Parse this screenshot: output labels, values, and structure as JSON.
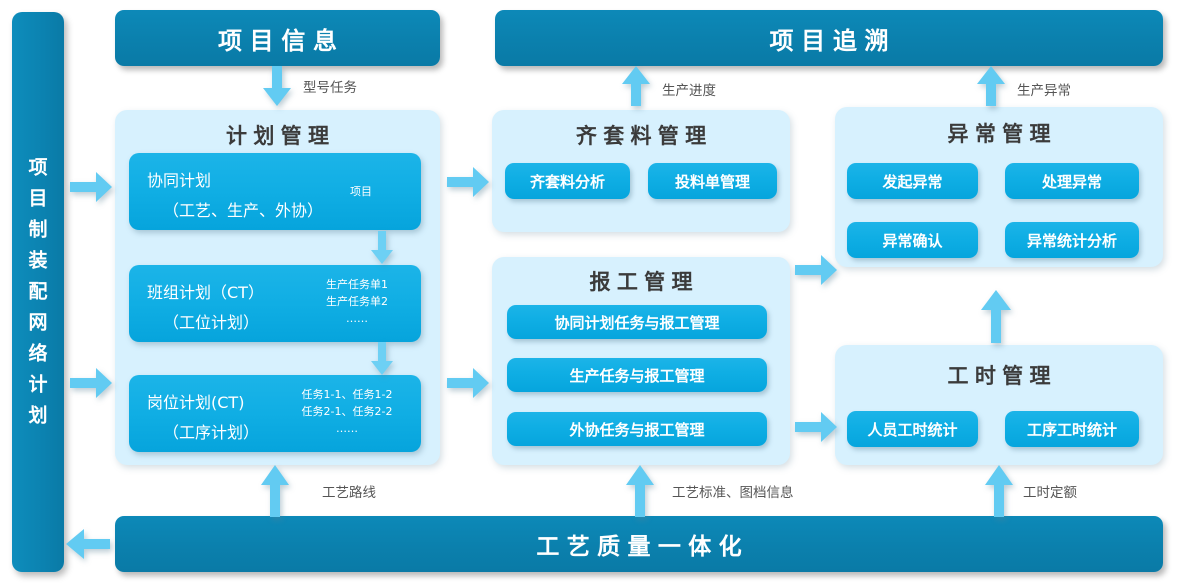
{
  "colors": {
    "dark_blue": "#0b80ad",
    "button_blue": "#0faee4",
    "panel_bg": "#d7f1fe",
    "arrow_blue": "#62cbf2",
    "text_dark": "#3b3b3b",
    "label_gray": "#555555"
  },
  "left_rail": {
    "label": "项目制装配网络计划",
    "chars": [
      "项",
      "目",
      "制",
      "装",
      "配",
      "网",
      "络",
      "计",
      "划"
    ]
  },
  "headers": {
    "project_info": "项目信息",
    "project_trace": "项目追溯"
  },
  "bottom_bar": {
    "label": "工艺质量一体化"
  },
  "edge_labels": {
    "model_task": "型号任务",
    "production_progress": "生产进度",
    "production_exception": "生产异常",
    "process_route": "工艺路线",
    "process_standard_docs": "工艺标准、图档信息",
    "labor_quota": "工时定额"
  },
  "panels": {
    "plan_management": {
      "title": "计划管理",
      "rows": [
        {
          "line1": "协同计划",
          "line2": "（工艺、生产、外协）",
          "aside": [
            "项目"
          ]
        },
        {
          "line1": "班组计划（CT）",
          "line2": "（工位计划）",
          "aside": [
            "生产任务单1",
            "生产任务单2",
            "……"
          ]
        },
        {
          "line1": "岗位计划(CT)",
          "line2": "（工序计划）",
          "aside": [
            "任务1-1、任务1-2",
            "任务2-1、任务2-2",
            "……"
          ]
        }
      ]
    },
    "material_kitting": {
      "title": "齐套料管理",
      "buttons": [
        "齐套料分析",
        "投料单管理"
      ]
    },
    "work_reporting": {
      "title": "报工管理",
      "buttons": [
        "协同计划任务与报工管理",
        "生产任务与报工管理",
        "外协任务与报工管理"
      ]
    },
    "exception_management": {
      "title": "异常管理",
      "buttons": [
        "发起异常",
        "处理异常",
        "异常确认",
        "异常统计分析"
      ]
    },
    "labor_hour_management": {
      "title": "工时管理",
      "buttons": [
        "人员工时统计",
        "工序工时统计"
      ]
    }
  }
}
